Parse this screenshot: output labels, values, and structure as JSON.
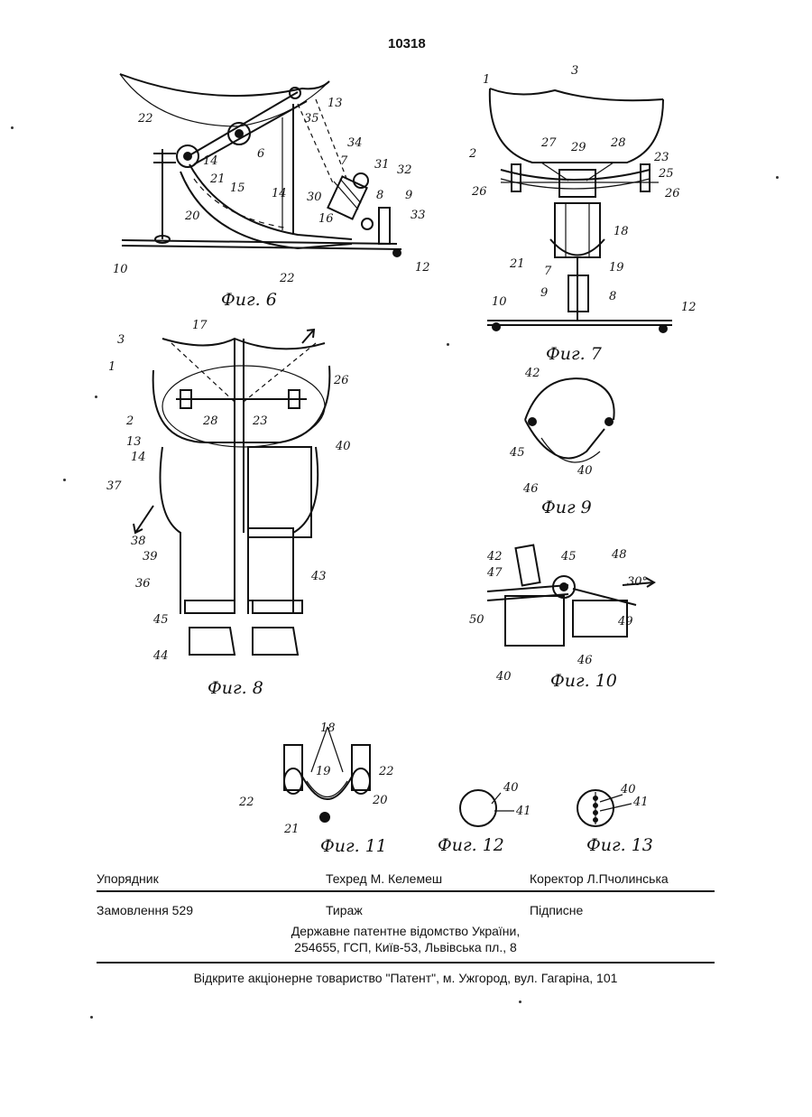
{
  "header": {
    "page_number": "10318"
  },
  "figures": {
    "fig6": {
      "caption": "Фиг. 6",
      "labels": [
        "13",
        "22",
        "35",
        "14",
        "34",
        "6",
        "7",
        "31",
        "32",
        "21",
        "15",
        "20",
        "14",
        "30",
        "8",
        "9",
        "16",
        "33",
        "10",
        "22",
        "12"
      ]
    },
    "fig7": {
      "caption": "Фиг. 7",
      "labels": [
        "1",
        "3",
        "27",
        "29",
        "28",
        "2",
        "23",
        "25",
        "26",
        "26",
        "18",
        "21",
        "19",
        "7",
        "9",
        "8",
        "10",
        "12"
      ]
    },
    "fig8": {
      "caption": "Фиг. 8",
      "labels": [
        "17",
        "3",
        "1",
        "26",
        "2",
        "28",
        "23",
        "13",
        "40",
        "14",
        "37",
        "38",
        "39",
        "36",
        "43",
        "45",
        "44"
      ]
    },
    "fig9": {
      "caption": "Фиг 9",
      "labels": [
        "42",
        "45",
        "40",
        "46"
      ]
    },
    "fig10": {
      "caption": "Фиг. 10",
      "labels": [
        "42",
        "45",
        "48",
        "47",
        "30°",
        "50",
        "49",
        "46",
        "40"
      ]
    },
    "fig11": {
      "caption": "Фиг. 11",
      "labels": [
        "18",
        "19",
        "22",
        "22",
        "20",
        "21"
      ]
    },
    "fig12": {
      "caption": "Фиг. 12",
      "labels": [
        "40",
        "41"
      ]
    },
    "fig13": {
      "caption": "Фиг. 13",
      "labels": [
        "40",
        "41"
      ]
    }
  },
  "imprint": {
    "compiler": "Упорядник",
    "techred": "Техред М. Келемеш",
    "corrector": "Коректор Л.Пчолинська",
    "order": "Замовлення 529",
    "circulation": "Тираж",
    "subscription": "Підписне",
    "office_line1": "Державне патентне відомство України,",
    "office_line2": "254655, ГСП, Київ-53, Львівська пл., 8",
    "printer": "Відкрите акціонерне товариство \"Патент\", м. Ужгород, вул. Гагаріна, 101"
  }
}
